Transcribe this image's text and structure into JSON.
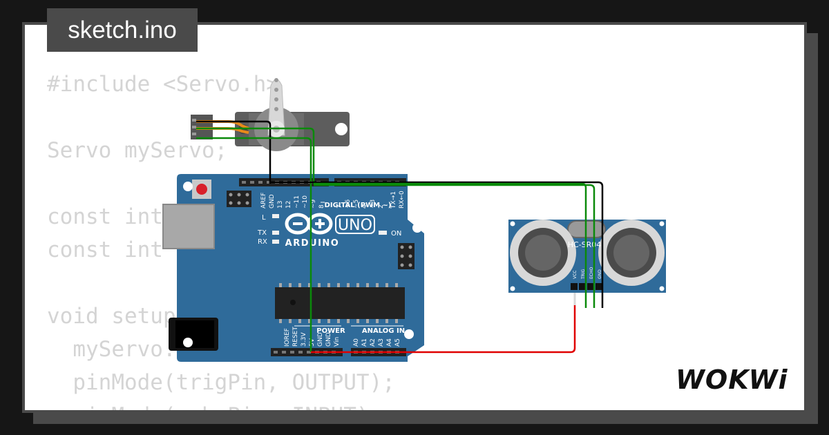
{
  "file_tab": {
    "name": "sketch.ino"
  },
  "code_lines": [
    "#include <Servo.h>",
    "",
    "Servo myServo;",
    "",
    "const int",
    "const int",
    "",
    "void setup",
    "  myServo.",
    "  pinMode(trigPin, OUTPUT);",
    "  pinMode(echoPin, INPUT);"
  ],
  "logo": "WOKWi",
  "arduino": {
    "brand": "ARDUINO",
    "model": "UNO",
    "digital_label": "DIGITAL (PWM ~)",
    "power_label": "POWER",
    "analog_label": "ANALOG IN",
    "led_l": "L",
    "led_tx": "TX",
    "led_rx": "RX",
    "led_on": "ON",
    "digital_pins": [
      "AREF",
      "GND",
      "13",
      "12",
      "~11",
      "~10",
      "~9",
      "8",
      "7",
      "~6",
      "~5",
      "4",
      "~3",
      "2",
      "TX→1",
      "RX←0"
    ],
    "power_pins": [
      "IOREF",
      "RESET",
      "3.3V",
      "5V",
      "GND",
      "GND",
      "Vin"
    ],
    "analog_pins": [
      "A0",
      "A1",
      "A2",
      "A3",
      "A4",
      "A5"
    ]
  },
  "sensor": {
    "label": "HC-SR04",
    "pins": [
      "VCC",
      "TRIG",
      "ECHO",
      "GND"
    ]
  },
  "colors": {
    "board": "#2f6b9a",
    "wire_black": "#000000",
    "wire_green": "#0a8a0a",
    "wire_red": "#e00000",
    "wire_orange": "#e88a1a"
  }
}
